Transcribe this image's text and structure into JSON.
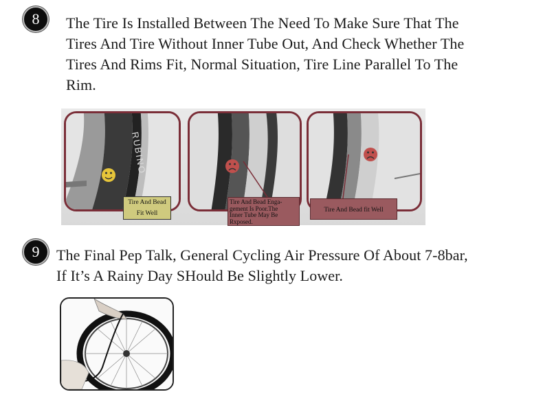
{
  "steps": [
    {
      "number": "8",
      "lines": [
        "The Tire Is Installed Between The Need To Make Sure That The",
        "Tires And Tire Without Inner Tube Out, And Check Whether The",
        "Tires And Rims Fit, Normal Situation, Tire Line Parallel To The",
        "Rim."
      ]
    },
    {
      "number": "9",
      "lines": [
        "The Final Pep Talk, General Cycling Air Pressure Of About 7-8bar,",
        "If It’s A Rainy Day SHould Be Slightly Lower."
      ]
    }
  ],
  "tire_label": "RUBINO",
  "captions": {
    "fit_well_1": [
      "Tire And Bead",
      "Fit Well"
    ],
    "poor_fit": [
      "Tire And Bead Enga-",
      "gement Is Poor.The",
      "Inner Tube May Be",
      "Rxposed."
    ],
    "fit_well_2": "Tire And Bead fit Well"
  },
  "icons": {
    "panel_1": "smiley-face-icon",
    "panel_2": "sad-face-icon",
    "panel_3": "sad-face-icon"
  },
  "colors": {
    "frame": "#7a2d37",
    "caption_good": "#cfca7e",
    "caption_bad": "#9a5a5f",
    "smiley": "#e6c53a",
    "sad": "#c0504d"
  }
}
